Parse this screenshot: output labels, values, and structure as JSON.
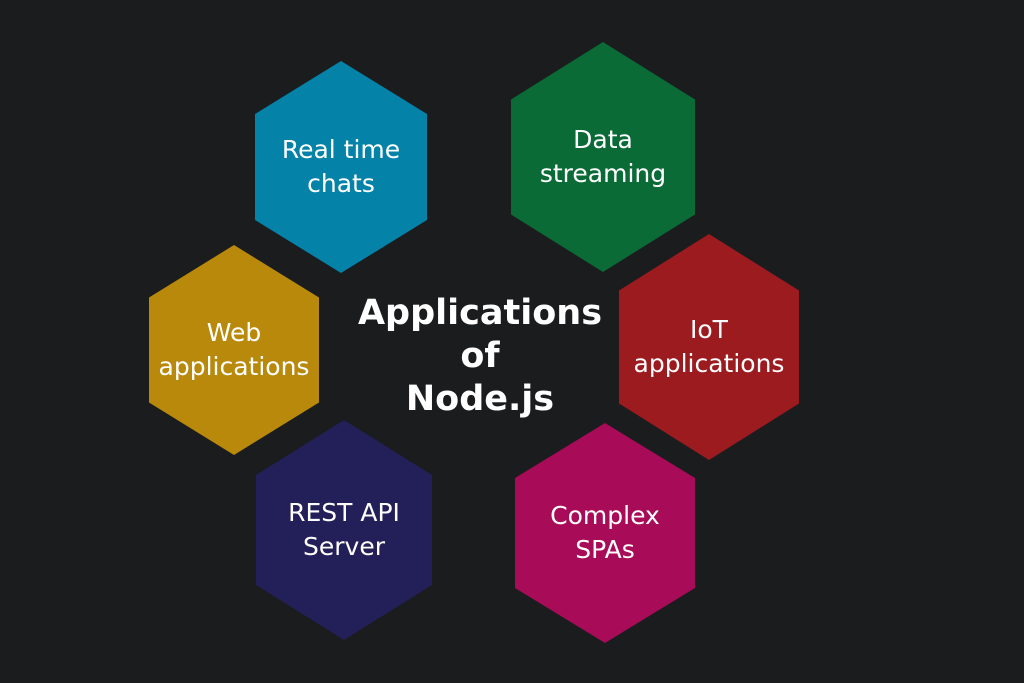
{
  "title": {
    "lines": [
      "Applications",
      "of",
      "Node.js"
    ]
  },
  "nodes": [
    {
      "id": "real-time-chats",
      "lines": [
        "Real time",
        "chats"
      ],
      "color": "#0482a8"
    },
    {
      "id": "data-streaming",
      "lines": [
        "Data",
        "streaming"
      ],
      "color": "#0a6b37"
    },
    {
      "id": "web-applications",
      "lines": [
        "Web",
        "applications"
      ],
      "color": "#b8890b"
    },
    {
      "id": "iot-applications",
      "lines": [
        "IoT",
        "applications"
      ],
      "color": "#9c1b1f"
    },
    {
      "id": "rest-api-server",
      "lines": [
        "REST API",
        "Server"
      ],
      "color": "#231f58"
    },
    {
      "id": "complex-spas",
      "lines": [
        "Complex",
        "SPAs"
      ],
      "color": "#a80b58"
    }
  ],
  "background_color": "#1a1c1e"
}
